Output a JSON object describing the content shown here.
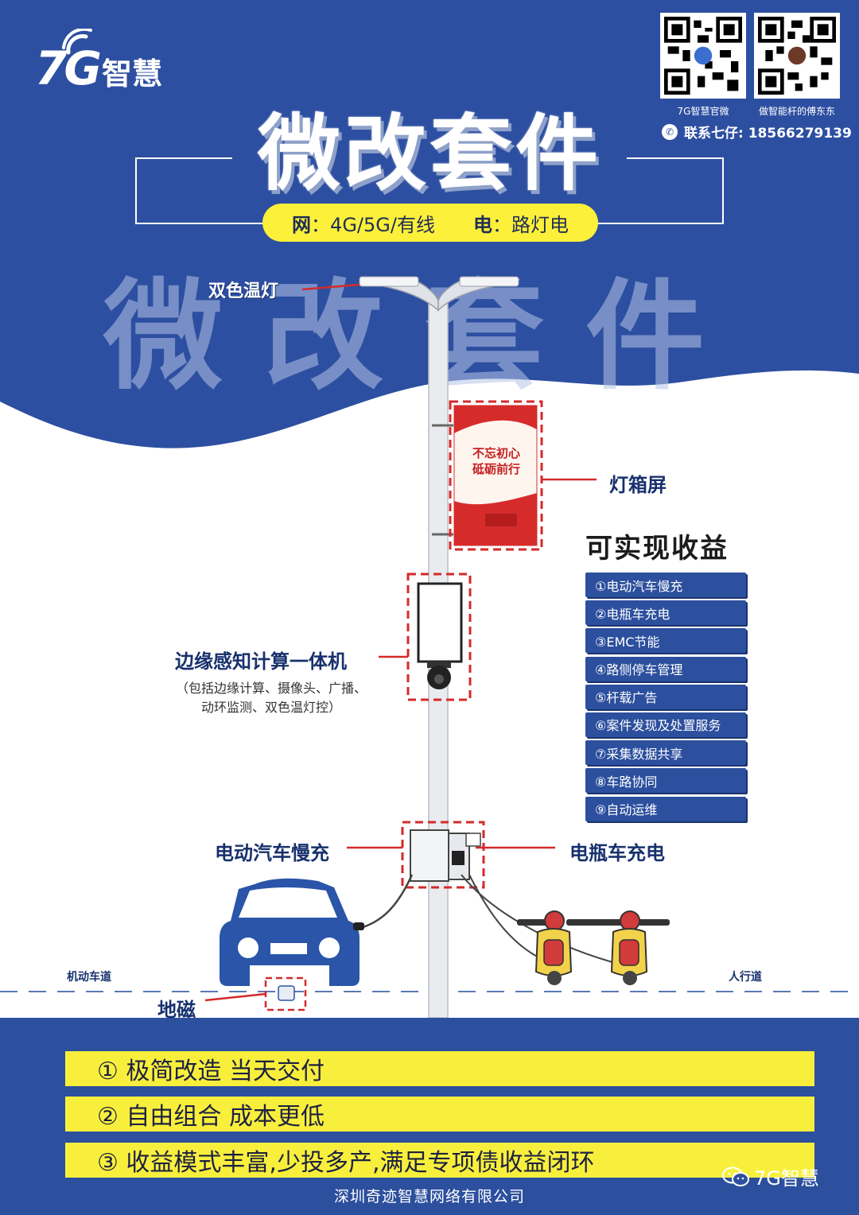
{
  "brand": {
    "logo_mark": "7G",
    "logo_word": "智慧"
  },
  "qr_codes": [
    {
      "caption": "7G智慧官微"
    },
    {
      "caption": "做智能杆的傅东东"
    }
  ],
  "contact": {
    "phone_label": "联系七仔: 18566279139",
    "icon": "phone-icon"
  },
  "header": {
    "title": "微改套件",
    "watermark": "微改套件",
    "network_label": "网",
    "network_value": "4G/5G/有线",
    "power_label": "电",
    "power_value": "路灯电"
  },
  "components": {
    "lamp": "双色温灯",
    "lightbox": "灯箱屏",
    "lightbox_text_line1": "不忘初心",
    "lightbox_text_line2": "砥砺前行",
    "edge_device": "边缘感知计算一体机",
    "edge_note_line1": "（包括边缘计算、摄像头、广播、",
    "edge_note_line2": "动环监测、双色温灯控）",
    "ev_charging": "电动汽车慢充",
    "ebike_charging": "电瓶车充电",
    "geomagnetic": "地磁",
    "lane_vehicle": "机动车道",
    "lane_pedestrian": "人行道"
  },
  "benefits": {
    "title": "可实现收益",
    "items": [
      "①电动汽车慢充",
      "②电瓶车充电",
      "③EMC节能",
      "④路侧停车管理",
      "⑤杆载广告",
      "⑥案件发现及处置服务",
      "⑦采集数据共享",
      "⑧车路协同",
      "⑨自动运维"
    ]
  },
  "footer": {
    "bars": [
      "① 极简改造  当天交付",
      "② 自由组合  成本更低",
      "③ 收益模式丰富,少投多产,满足专项债收益闭环"
    ],
    "company": "深圳奇迹智慧网络有限公司",
    "wechat_account": "7G智慧"
  },
  "colors": {
    "primary_blue": "#2c4f9e",
    "accent_yellow": "#f8ef3d",
    "highlight_red": "#d42a2a",
    "text_dark_blue": "#17306d"
  }
}
